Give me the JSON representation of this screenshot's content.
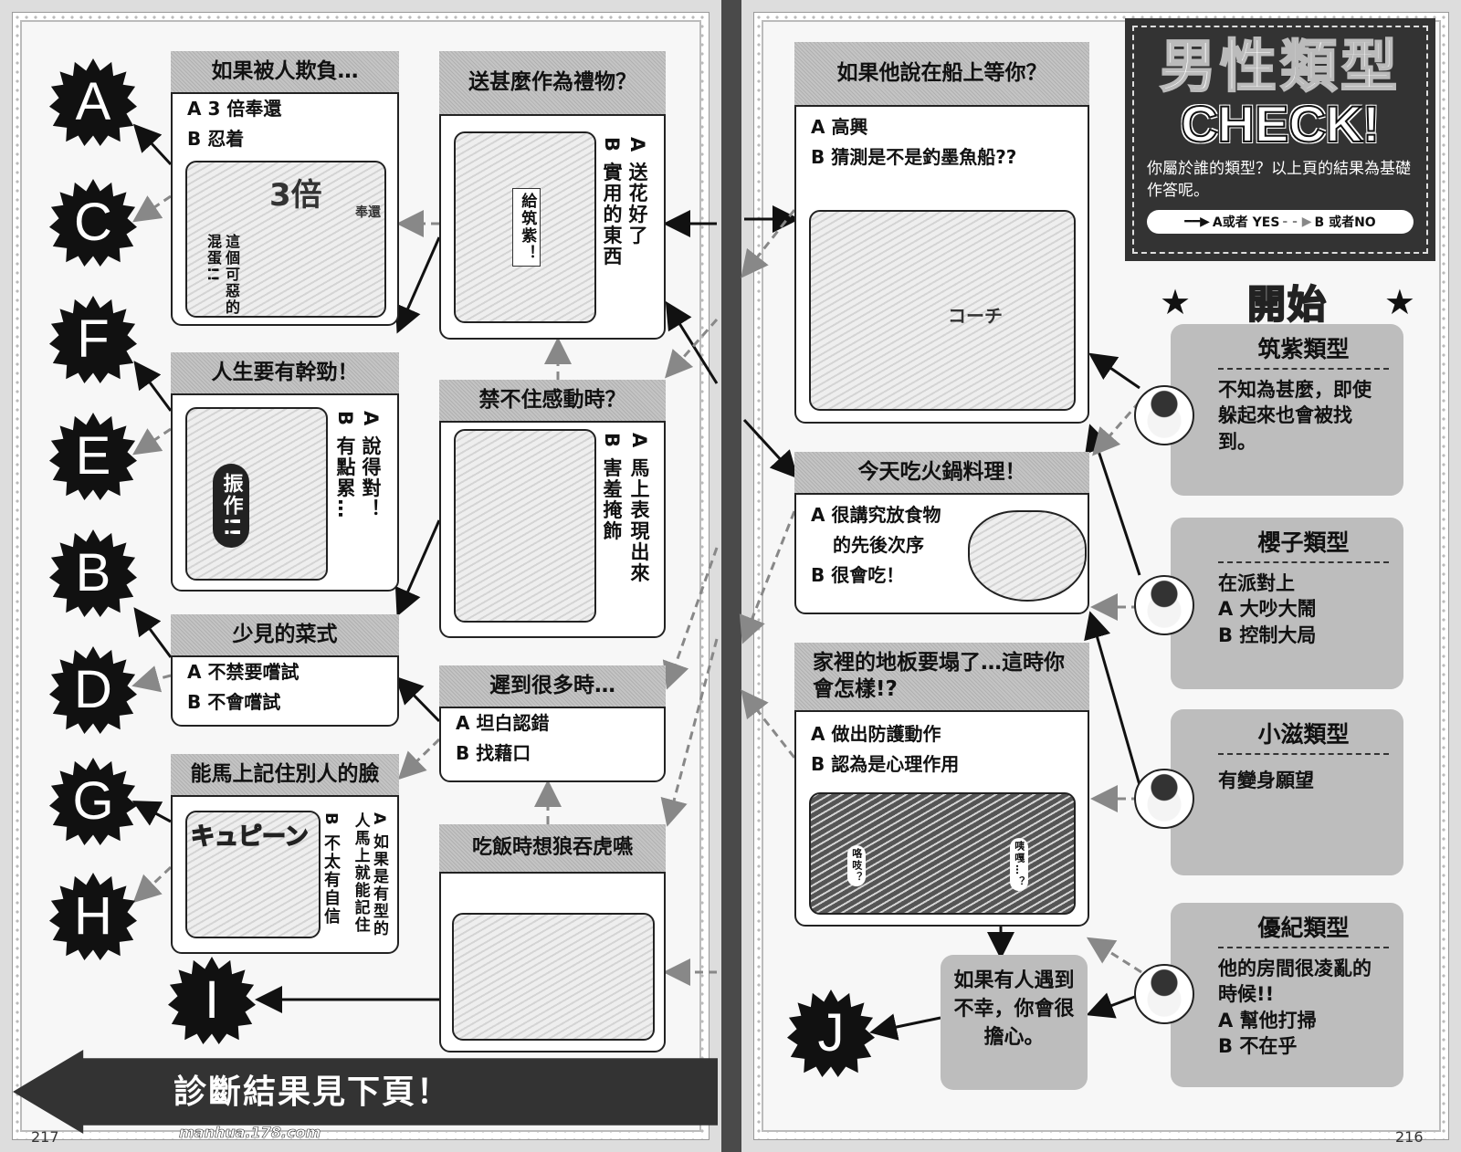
{
  "left_page": {
    "page_number": "217",
    "watermark": "manhua.178.com",
    "questions": [
      {
        "title": "如果被人欺負…",
        "a": "A 3 倍奉還",
        "b": "B 忍着",
        "illustration_text": [
          "3倍",
          "奉還",
          "這個可惡的混蛋!!"
        ]
      },
      {
        "title": "送甚麼作為禮物？",
        "a": "A 送花好了",
        "b": "B 實用的東西",
        "illustration_text": [
          "給筑紫！"
        ]
      },
      {
        "title": "人生要有幹勁！",
        "a": "A 說得對！",
        "b": "B 有點累…",
        "illustration_text": [
          "振作!!"
        ]
      },
      {
        "title": "禁不住感動時？",
        "a": "A 馬上表現出來",
        "b": "B 害羞掩飾"
      },
      {
        "title": "少見的菜式",
        "a": "A 不禁要嚐試",
        "b": "B 不會嚐試"
      },
      {
        "title": "遲到很多時…",
        "a": "A 坦白認錯",
        "b": "B 找藉口"
      },
      {
        "title": "能馬上記住別人的臉",
        "a": "A 如果是有型的人馬上就能記住",
        "b": "B 不太有自信",
        "illustration_text": [
          "キュピーン"
        ]
      },
      {
        "title": "吃飯時想狼吞虎嚥"
      }
    ],
    "results": [
      "A",
      "C",
      "F",
      "E",
      "B",
      "D",
      "G",
      "H",
      "I"
    ],
    "banner": "診斷結果見下頁！"
  },
  "right_page": {
    "page_number": "216",
    "title": {
      "main": "男性類型",
      "check": "CHECK!",
      "subtitle": "你屬於誰的類型？以上頁的結果為基礎作答呢。",
      "legend_a": "A或者 YES",
      "legend_b": "B 或者NO"
    },
    "start_label": "開始",
    "star": "★",
    "questions": [
      {
        "title": "如果他說在船上等你？",
        "a": "A 高興",
        "b": "B 猜測是不是釣墨魚船??",
        "illustration_text": [
          "コーチ"
        ]
      },
      {
        "title": "今天吃火鍋料理！",
        "a": "A 很講究放食物",
        "a2": "的先後次序",
        "b": "B 很會吃！"
      },
      {
        "title": "家裡的地板要塌了…這時你會怎樣!?",
        "a": "A 做出防護動作",
        "b": "B 認為是心理作用",
        "illustration_text": [
          "咯吱？",
          "咦嘎…？"
        ]
      },
      {
        "title": "如果有人遇到不幸，你會很擔心。"
      }
    ],
    "result": "J",
    "types": [
      {
        "name": "筑紫類型",
        "text": "不知為甚麼，即使躲起來也會被找到。"
      },
      {
        "name": "櫻子類型",
        "lines": [
          "在派對上",
          "A 大吵大鬧",
          "B 控制大局"
        ]
      },
      {
        "name": "小滋類型",
        "text": "有變身願望"
      },
      {
        "name": "優紀類型",
        "lines": [
          "他的房間很凌亂的時候!!",
          "A 幫他打掃",
          "B 不在乎"
        ]
      }
    ]
  }
}
